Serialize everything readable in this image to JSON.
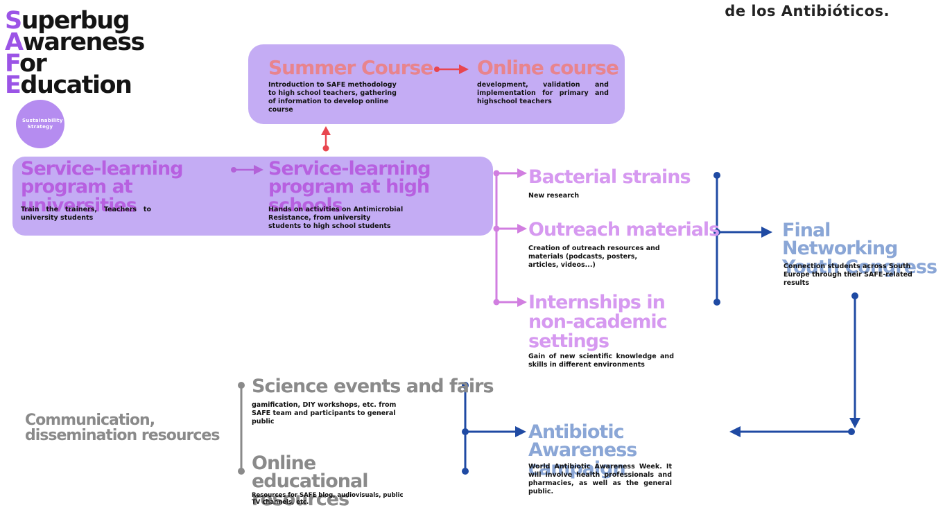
{
  "header_text": "de los Antibióticos.",
  "logo": {
    "lines": [
      {
        "initial": "S",
        "rest": "uperbug"
      },
      {
        "initial": "A",
        "rest": "wareness"
      },
      {
        "initial": "F",
        "rest": "or"
      },
      {
        "initial": "E",
        "rest": "ducation"
      }
    ],
    "badge": "Sustainability Strategy"
  },
  "nodes": {
    "summer_course": {
      "title": "Summer Course",
      "desc": "Introduction to SAFE methodology to high school teachers, gathering of information to develop online course"
    },
    "online_course": {
      "title": "Online course",
      "desc": "development, validation and implementation for primary and highschool teachers"
    },
    "sl_universities": {
      "title": "Service-learning program at universities",
      "desc": "Train the trainers, Teachers to university students"
    },
    "sl_high_schools": {
      "title": "Service-learning program at high schools",
      "desc": "Hands on activities on Antimicrobial Resistance, from university students to high school students"
    },
    "bacterial_strains": {
      "title": "Bacterial strains",
      "desc": "New research"
    },
    "outreach_materials": {
      "title": "Outreach materials",
      "desc": "Creation of outreach resources and materials (podcasts, posters, articles, videos...)"
    },
    "internships": {
      "title": "Internships in non-academic settings",
      "desc": "Gain of new scientific knowledge and skills in different environments"
    },
    "final_congress": {
      "title": "Final Networking Youth Congress",
      "desc": "Connection students across South Europe through their SAFE-related results"
    },
    "communication": {
      "title": "Communication, dissemination resources"
    },
    "science_events": {
      "title": "Science events and fairs",
      "desc": "gamification, DIY workshops, etc. from SAFE team and participants to general public"
    },
    "online_resources": {
      "title": "Online educational resources",
      "desc": "Resources for SAFE blog, audiovisuals, public TV channels, etc."
    },
    "awareness_campaign": {
      "title": "Antibiotic Awareness campaign",
      "desc": "World Antibiotic Awareness Week. It will involve health professionals and pharmacies, as well as the general public."
    }
  },
  "colors": {
    "panel_purple": "#c4acf4",
    "badge_purple": "#b58cf0",
    "logo_purple": "#9b54e6",
    "salmon": "#e8848d",
    "light_purple": "#d699f0",
    "magenta_title": "#c06bd8",
    "blue_title": "#8aa6d6",
    "navy": "#1f4aa3",
    "gray": "#8a8a8a",
    "arrow_red": "#e8464f"
  }
}
